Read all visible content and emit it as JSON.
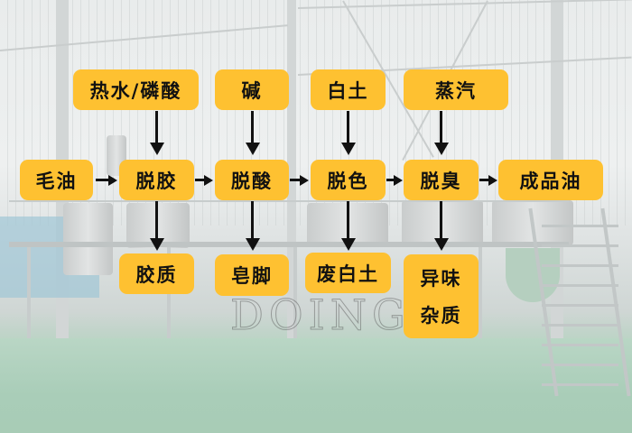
{
  "diagram": {
    "title": "",
    "inputs": [
      {
        "id": "in1",
        "label": "热水/磷酸"
      },
      {
        "id": "in2",
        "label": "碱"
      },
      {
        "id": "in3",
        "label": "白土"
      },
      {
        "id": "in4",
        "label": "蒸汽"
      }
    ],
    "process": [
      {
        "id": "p0",
        "label": "毛油"
      },
      {
        "id": "p1",
        "label": "脱胶"
      },
      {
        "id": "p2",
        "label": "脱酸"
      },
      {
        "id": "p3",
        "label": "脱色"
      },
      {
        "id": "p4",
        "label": "脱臭"
      },
      {
        "id": "p5",
        "label": "成品油"
      }
    ],
    "outputs": [
      {
        "id": "out1",
        "label": "胶质"
      },
      {
        "id": "out2",
        "label": "皂脚"
      },
      {
        "id": "out3",
        "label": "废白土"
      },
      {
        "id": "out4",
        "line1": "异味",
        "line2": "杂质"
      }
    ],
    "edges": [
      {
        "from": "毛油",
        "to": "脱胶"
      },
      {
        "from": "脱胶",
        "to": "脱酸"
      },
      {
        "from": "脱酸",
        "to": "脱色"
      },
      {
        "from": "脱色",
        "to": "脱臭"
      },
      {
        "from": "脱臭",
        "to": "成品油"
      },
      {
        "from": "热水/磷酸",
        "to": "脱胶"
      },
      {
        "from": "碱",
        "to": "脱酸"
      },
      {
        "from": "白土",
        "to": "脱色"
      },
      {
        "from": "蒸汽",
        "to": "脱臭"
      },
      {
        "from": "脱胶",
        "to": "胶质"
      },
      {
        "from": "脱酸",
        "to": "皂脚"
      },
      {
        "from": "脱色",
        "to": "废白土"
      },
      {
        "from": "脱臭",
        "to": "异味杂质"
      }
    ],
    "watermark": "DOING",
    "colors": {
      "box": "#fec131",
      "arrow": "#111111",
      "text": "#111111"
    }
  }
}
